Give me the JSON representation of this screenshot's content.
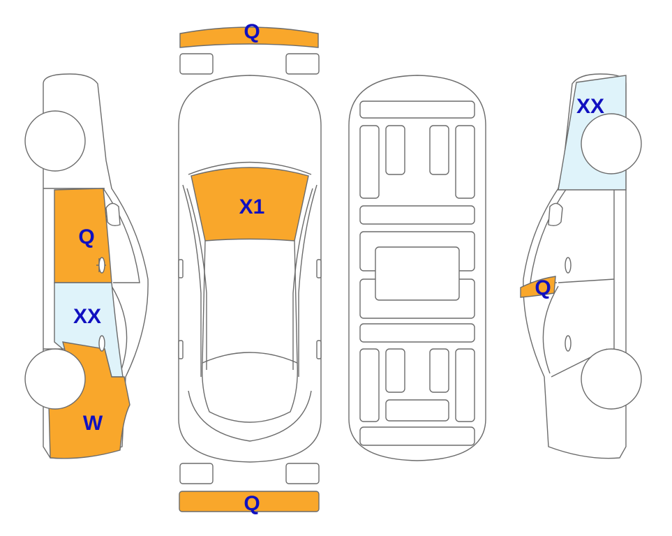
{
  "colors": {
    "damage_orange": "#F9A72B",
    "damage_lightblue": "#DFF3FA",
    "label_blue": "#1010C0",
    "outline": "#6b6b6b"
  },
  "labels": {
    "front_bumper": "Q",
    "windshield": "X1",
    "left_front_door": "Q",
    "left_rear_door": "XX",
    "left_rear_quarter": "W",
    "right_rear_quarter": "XX",
    "right_door": "Q",
    "rear_bumper": "Q"
  }
}
